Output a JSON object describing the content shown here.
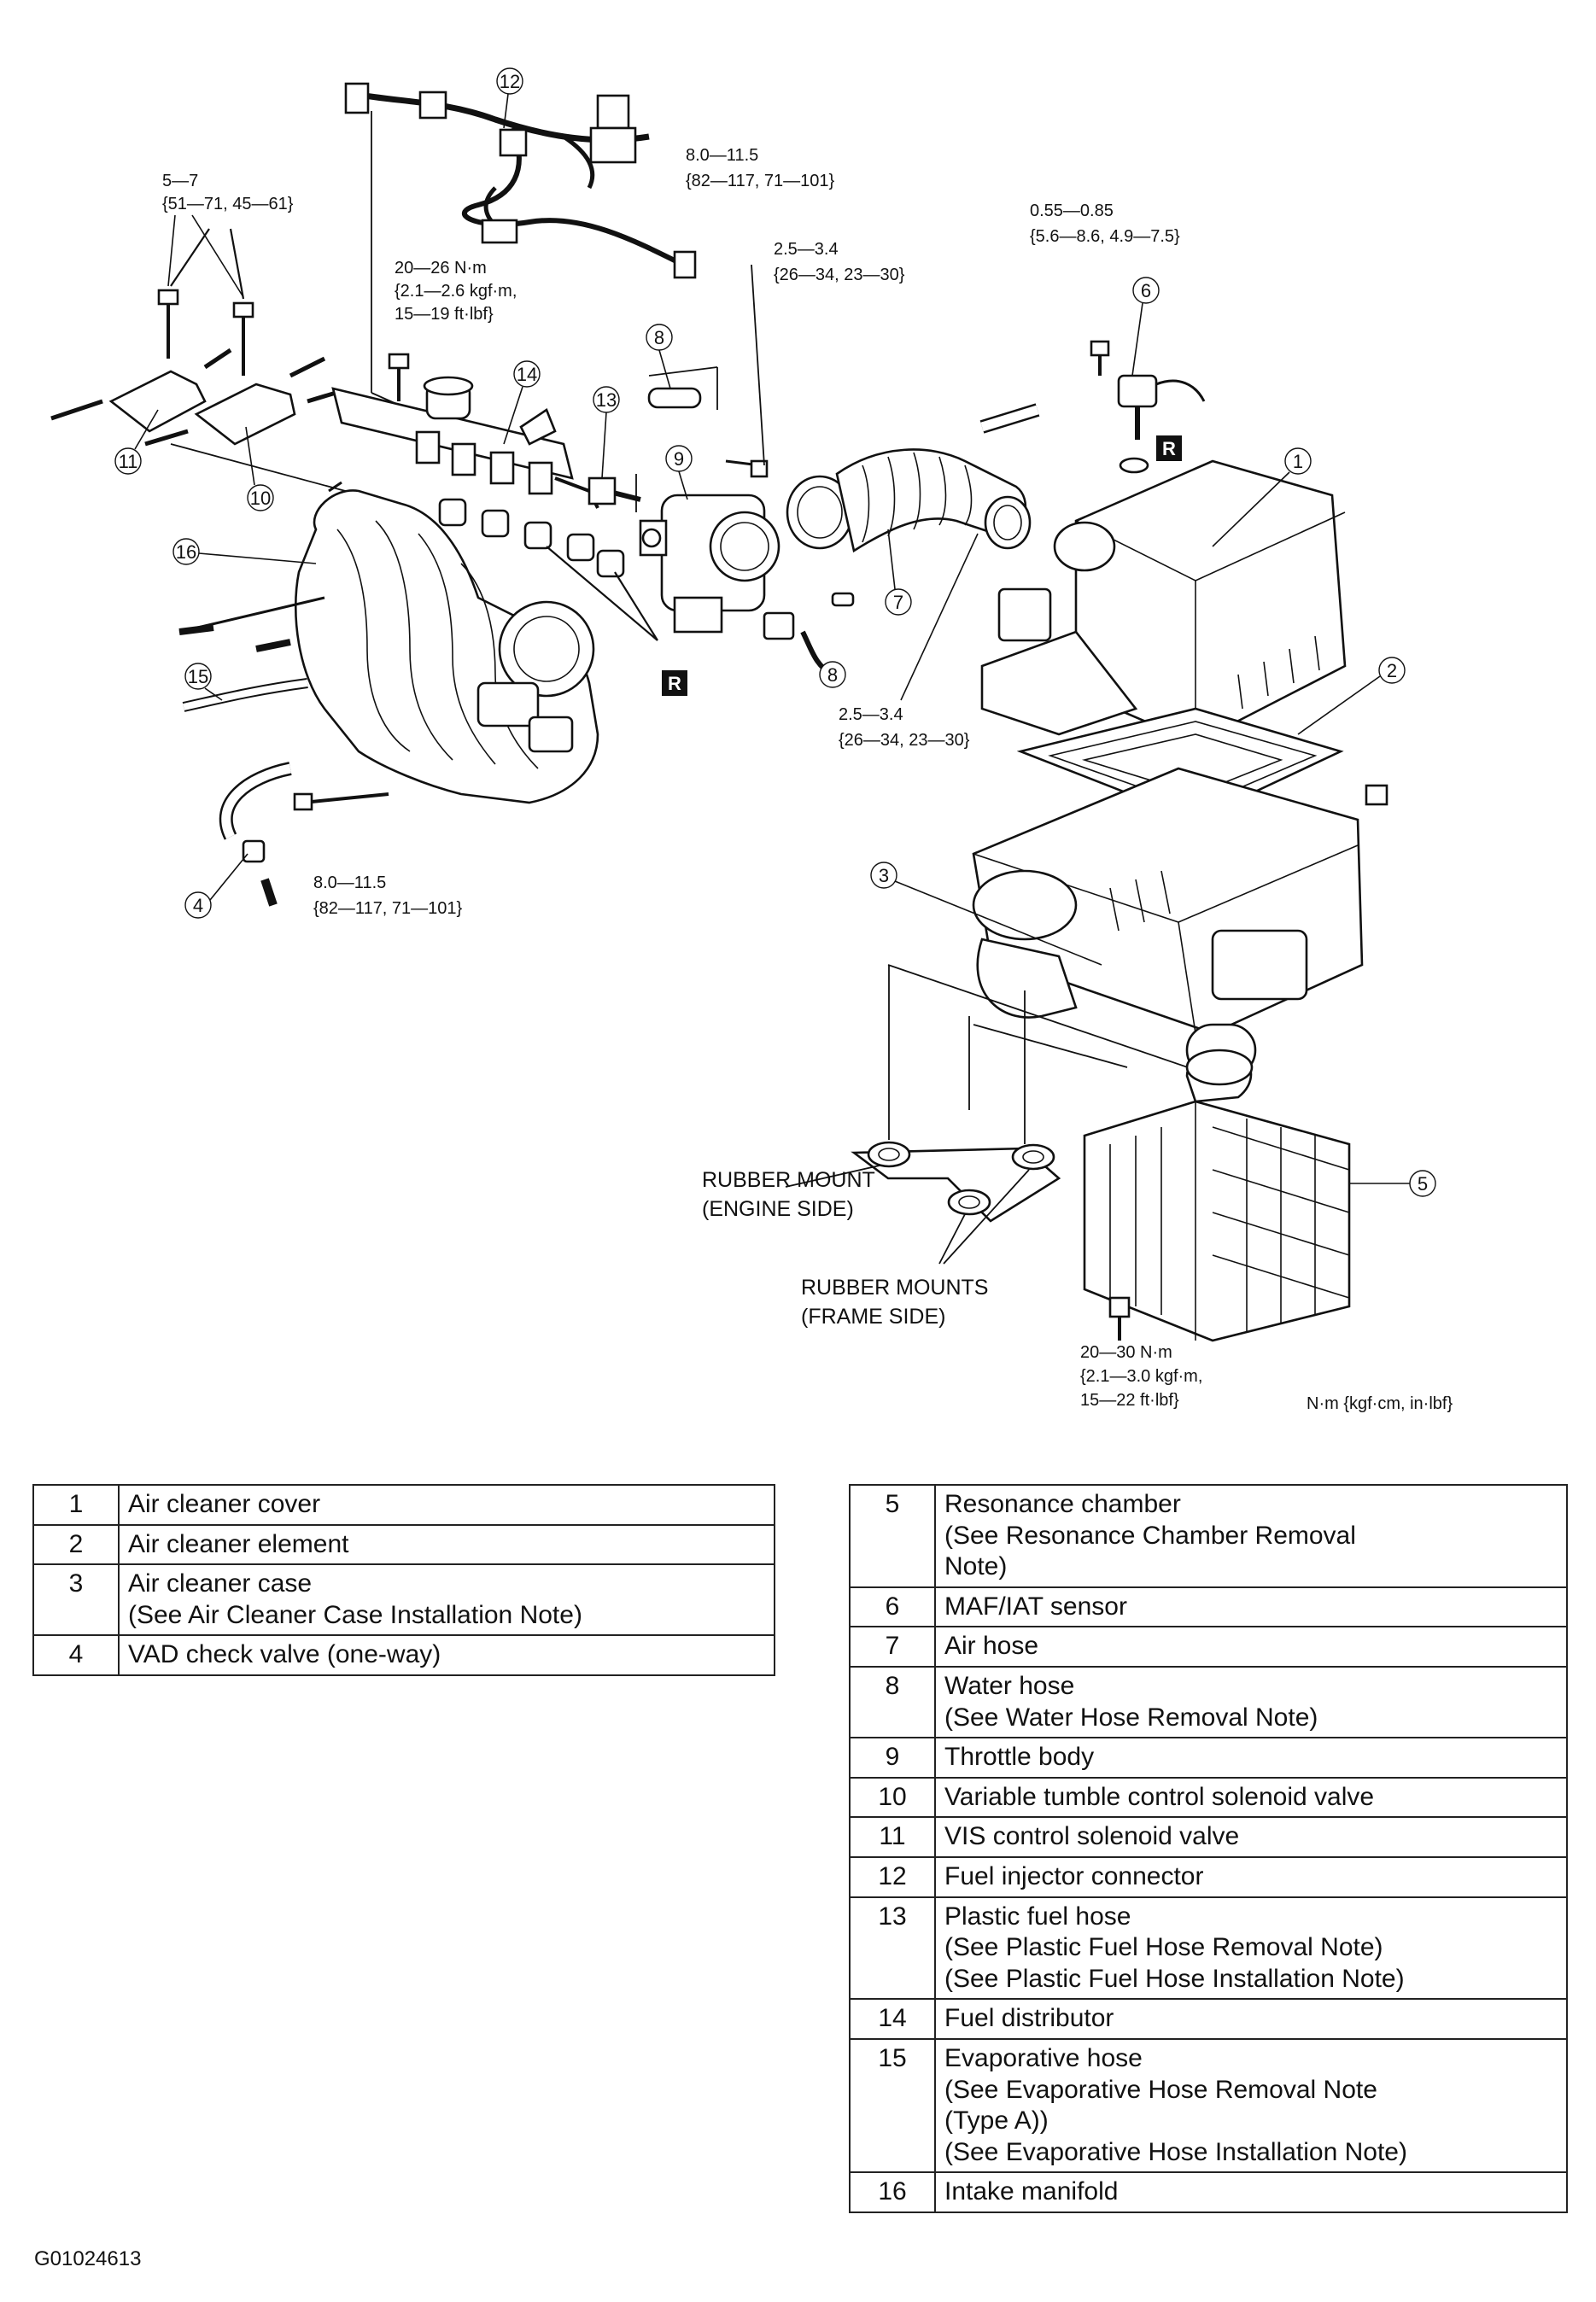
{
  "diagram": {
    "callouts": [
      "1",
      "2",
      "3",
      "4",
      "5",
      "6",
      "7",
      "8",
      "9",
      "10",
      "11",
      "12",
      "13",
      "14",
      "15",
      "16"
    ],
    "markers": {
      "r": "R"
    },
    "torque_specs": {
      "t_top_left": [
        "5—7",
        "{51—71, 45—61}"
      ],
      "t_injector": [
        "20—26 N·m",
        "{2.1—2.6 kgf·m,",
        "15—19 ft·lbf}"
      ],
      "t_throttle_top": [
        "8.0—11.5",
        "{82—117, 71—101}"
      ],
      "t_hose_top": [
        "2.5—3.4",
        "{26—34, 23—30}"
      ],
      "t_sensor": [
        "0.55—0.85",
        "{5.6—8.6, 4.9—7.5}"
      ],
      "t_hose_bottom": [
        "2.5—3.4",
        "{26—34, 23—30}"
      ],
      "t_manifold_bottom": [
        "8.0—11.5",
        "{82—117, 71—101}"
      ],
      "t_resonance": [
        "20—30 N·m",
        "{2.1—3.0 kgf·m,",
        "15—22 ft·lbf}"
      ]
    },
    "labels": {
      "rubber_mount_engine": [
        "RUBBER MOUNT",
        "(ENGINE SIDE)"
      ],
      "rubber_mounts_frame": [
        "RUBBER MOUNTS",
        "(FRAME SIDE)"
      ],
      "units": "N·m {kgf·cm, in·lbf}"
    }
  },
  "table_left": [
    {
      "num": "1",
      "lines": [
        "Air cleaner cover"
      ]
    },
    {
      "num": "2",
      "lines": [
        "Air cleaner element"
      ]
    },
    {
      "num": "3",
      "lines": [
        "Air cleaner case",
        "(See Air Cleaner Case Installation Note)"
      ]
    },
    {
      "num": "4",
      "lines": [
        "VAD check valve (one-way)"
      ]
    }
  ],
  "table_right": [
    {
      "num": "5",
      "lines": [
        "Resonance chamber",
        "(See Resonance Chamber Removal",
        "Note)"
      ]
    },
    {
      "num": "6",
      "lines": [
        "MAF/IAT sensor"
      ]
    },
    {
      "num": "7",
      "lines": [
        "Air hose"
      ]
    },
    {
      "num": "8",
      "lines": [
        "Water hose",
        "(See Water Hose Removal Note)"
      ]
    },
    {
      "num": "9",
      "lines": [
        "Throttle body"
      ]
    },
    {
      "num": "10",
      "lines": [
        "Variable tumble control solenoid valve"
      ]
    },
    {
      "num": "11",
      "lines": [
        "VIS control solenoid valve"
      ]
    },
    {
      "num": "12",
      "lines": [
        "Fuel injector connector"
      ]
    },
    {
      "num": "13",
      "lines": [
        "Plastic fuel hose",
        "(See Plastic Fuel Hose Removal Note)",
        "(See Plastic Fuel Hose Installation Note)"
      ]
    },
    {
      "num": "14",
      "lines": [
        "Fuel distributor"
      ]
    },
    {
      "num": "15",
      "lines": [
        "Evaporative hose",
        "(See Evaporative Hose Removal Note",
        "(Type A))",
        "(See Evaporative Hose Installation Note)"
      ]
    },
    {
      "num": "16",
      "lines": [
        "Intake manifold"
      ]
    }
  ],
  "figure_id": "G01024613"
}
